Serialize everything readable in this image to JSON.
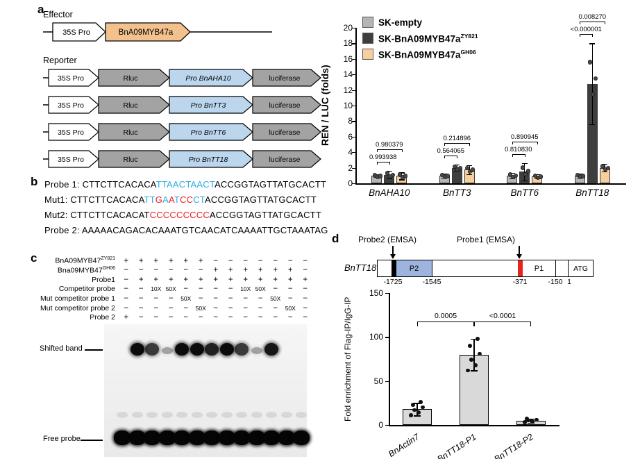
{
  "panel_labels": {
    "a": "a",
    "b": "b",
    "c": "c",
    "d": "d"
  },
  "panel_a": {
    "effector_label": "Effector",
    "reporter_label": "Reporter",
    "effector_row": {
      "promoter": "35S Pro",
      "gene": "BnA09MYB47a"
    },
    "reporter_rows": [
      {
        "promoter": "35S Pro",
        "rluc": "Rluc",
        "pro": "Pro BnAHA10",
        "luc": "luciferase"
      },
      {
        "promoter": "35S Pro",
        "rluc": "Rluc",
        "pro": "Pro BnTT3",
        "luc": "luciferase"
      },
      {
        "promoter": "35S Pro",
        "rluc": "Rluc",
        "pro": "Pro BnTT6",
        "luc": "luciferase"
      },
      {
        "promoter": "35S Pro",
        "rluc": "Rluc",
        "pro": "Pro BnTT18",
        "luc": "luciferase"
      }
    ]
  },
  "panel_b": {
    "sequences": [
      {
        "label": "Probe 1:",
        "segments": [
          {
            "t": "CTTCTTCACACA",
            "c": "black"
          },
          {
            "t": "TTAACTAACT",
            "c": "cyan"
          },
          {
            "t": "ACCGGTAGTTATGCACTT",
            "c": "black"
          }
        ]
      },
      {
        "label": "Mut1:",
        "segments": [
          {
            "t": "CTTCTTCACACA",
            "c": "black"
          },
          {
            "t": "TT",
            "c": "cyan"
          },
          {
            "t": "G",
            "c": "red"
          },
          {
            "t": "A",
            "c": "cyan"
          },
          {
            "t": "A",
            "c": "red"
          },
          {
            "t": "T",
            "c": "cyan"
          },
          {
            "t": "CC",
            "c": "red"
          },
          {
            "t": "CT",
            "c": "cyan"
          },
          {
            "t": "ACCGGTAGTTATGCACTT",
            "c": "black"
          }
        ]
      },
      {
        "label": "Mut2:",
        "segments": [
          {
            "t": "CTTCTTCACACAT",
            "c": "black"
          },
          {
            "t": "CCCCCCCCC",
            "c": "red"
          },
          {
            "t": "ACCGGTAGTTATGCACTT",
            "c": "black"
          }
        ]
      },
      {
        "label": "Probe 2:",
        "segments": [
          {
            "t": "AAAAACAGACACAAATGTCAACATCAAAATTGCTAAATAG",
            "c": "black"
          }
        ]
      }
    ]
  },
  "panel_c": {
    "rows": [
      {
        "label": "BnA09MYB47",
        "sup": "ZY821",
        "cells": [
          "+",
          "+",
          "+",
          "+",
          "+",
          "+",
          "−",
          "−",
          "−",
          "−",
          "−",
          "−",
          "−"
        ]
      },
      {
        "label": "Bna09MYB47",
        "sup": "GH06",
        "cells": [
          "−",
          "−",
          "−",
          "−",
          "−",
          "−",
          "+",
          "+",
          "+",
          "+",
          "+",
          "+",
          "−"
        ]
      },
      {
        "label": "Probe1",
        "sup": "",
        "cells": [
          "−",
          "+",
          "+",
          "+",
          "+",
          "+",
          "+",
          "+",
          "+",
          "+",
          "+",
          "+",
          "+"
        ]
      },
      {
        "label": "Competitor probe",
        "sup": "",
        "cells": [
          "−",
          "−",
          "10X",
          "50X",
          "−",
          "−",
          "−",
          "−",
          "10X",
          "50X",
          "−",
          "−",
          "−"
        ]
      },
      {
        "label": "Mut competitor probe 1",
        "sup": "",
        "cells": [
          "−",
          "−",
          "−",
          "−",
          "50X",
          "−",
          "−",
          "−",
          "−",
          "−",
          "50X",
          "−",
          "−"
        ]
      },
      {
        "label": "Mut competitor probe 2",
        "sup": "",
        "cells": [
          "−",
          "−",
          "−",
          "−",
          "−",
          "50X",
          "−",
          "−",
          "−",
          "−",
          "−",
          "50X",
          "−"
        ]
      },
      {
        "label": "Probe 2",
        "sup": "",
        "cells": [
          "+",
          "−",
          "−",
          "−",
          "−",
          "−",
          "−",
          "−",
          "−",
          "−",
          "−",
          "−",
          "−"
        ]
      }
    ],
    "shifted_band_label": "Shifted band",
    "free_probe_label": "Free probe",
    "gel": {
      "lanes": 13,
      "shifted": [
        0,
        1,
        0.8,
        0.35,
        1,
        1,
        0.9,
        1,
        0.8,
        0.35,
        0.95,
        0,
        0
      ],
      "free": [
        1,
        1,
        1,
        1,
        1,
        1,
        1,
        1,
        1,
        1,
        1,
        1,
        1
      ]
    }
  },
  "panel_d": {
    "schematic": {
      "gene": "BnTT18",
      "probe2_label": "Probe2 (EMSA)",
      "probe1_label": "Probe1 (EMSA)",
      "p2": "P2",
      "p1": "P1",
      "atg": "ATG",
      "coords": [
        "-1725",
        "-1545",
        "-371",
        "-150",
        "1"
      ]
    }
  },
  "chart_data": [
    {
      "id": "panel-a-luciferase-assay",
      "type": "bar",
      "title": "",
      "ylabel": "REN / LUC (folds)",
      "ylim": [
        0,
        20
      ],
      "ytick_step": 2,
      "grid": false,
      "legend_position": "top-left",
      "categories": [
        "BnAHA10",
        "BnTT3",
        "BnTT6",
        "BnTT18"
      ],
      "series": [
        {
          "name": "SK-empty",
          "sup": "",
          "color": "#b5b5b5",
          "values": [
            1.0,
            1.0,
            1.0,
            1.0
          ],
          "errors": [
            0.2,
            0.25,
            0.35,
            0.25
          ]
        },
        {
          "name": "SK-BnA09MYB47a",
          "sup": "ZY821",
          "color": "#3e3e3e",
          "values": [
            1.1,
            2.0,
            1.5,
            12.8
          ],
          "errors": [
            0.5,
            0.4,
            1.1,
            5.2
          ]
        },
        {
          "name": "SK-BnA09MYB47a",
          "sup": "GH06",
          "color": "#f7cf9e",
          "values": [
            0.95,
            1.75,
            0.9,
            2.0
          ],
          "errors": [
            0.45,
            0.6,
            0.3,
            0.5
          ]
        }
      ],
      "comparisons": [
        {
          "category_index": 0,
          "upper_label": "0.980379",
          "lower_label": "0.993938"
        },
        {
          "category_index": 1,
          "upper_label": "0.214896",
          "lower_label": "0.564065"
        },
        {
          "category_index": 2,
          "upper_label": "0.890945",
          "lower_label": "0.810830"
        },
        {
          "category_index": 3,
          "upper_label": "0.008270",
          "lower_label": "<0.000001"
        }
      ]
    },
    {
      "id": "panel-d-chip-qpcr",
      "type": "bar",
      "title": "",
      "ylabel": "Fold enrichment of Flag-IP/IgG-IP",
      "ylim": [
        0,
        150
      ],
      "yticks": [
        0,
        50,
        100,
        150
      ],
      "grid": false,
      "bar_color": "#d9d9d9",
      "categories": [
        "BnActin7",
        "BnTT18-P1",
        "BnTT18-P2"
      ],
      "values": [
        18,
        80,
        5
      ],
      "errors": [
        7,
        18,
        2.5
      ],
      "points": [
        [
          11,
          14,
          17,
          20,
          23,
          26
        ],
        [
          62,
          68,
          74,
          81,
          90,
          98
        ],
        [
          3,
          4,
          5,
          6,
          7
        ]
      ],
      "comparisons": [
        {
          "from": 0,
          "to": 1,
          "label": "0.0005",
          "y": 118
        },
        {
          "from": 1,
          "to": 2,
          "label": "<0.0001",
          "y": 118
        }
      ]
    }
  ]
}
